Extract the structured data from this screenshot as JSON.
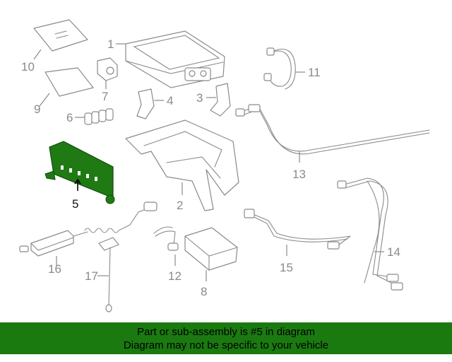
{
  "callouts": {
    "c1": "1",
    "c2": "2",
    "c3": "3",
    "c4": "4",
    "c5": "5",
    "c6": "6",
    "c7": "7",
    "c8": "8",
    "c9": "9",
    "c10": "10",
    "c11": "11",
    "c12": "12",
    "c13": "13",
    "c14": "14",
    "c15": "15",
    "c16": "16",
    "c17": "17"
  },
  "highlight": {
    "part": "5",
    "color": "#1f7a14"
  },
  "banner": {
    "line1": "Part or sub-assembly is #5 in diagram",
    "line2": "Diagram may not be specific to your vehicle",
    "color": "#1a7a10"
  }
}
